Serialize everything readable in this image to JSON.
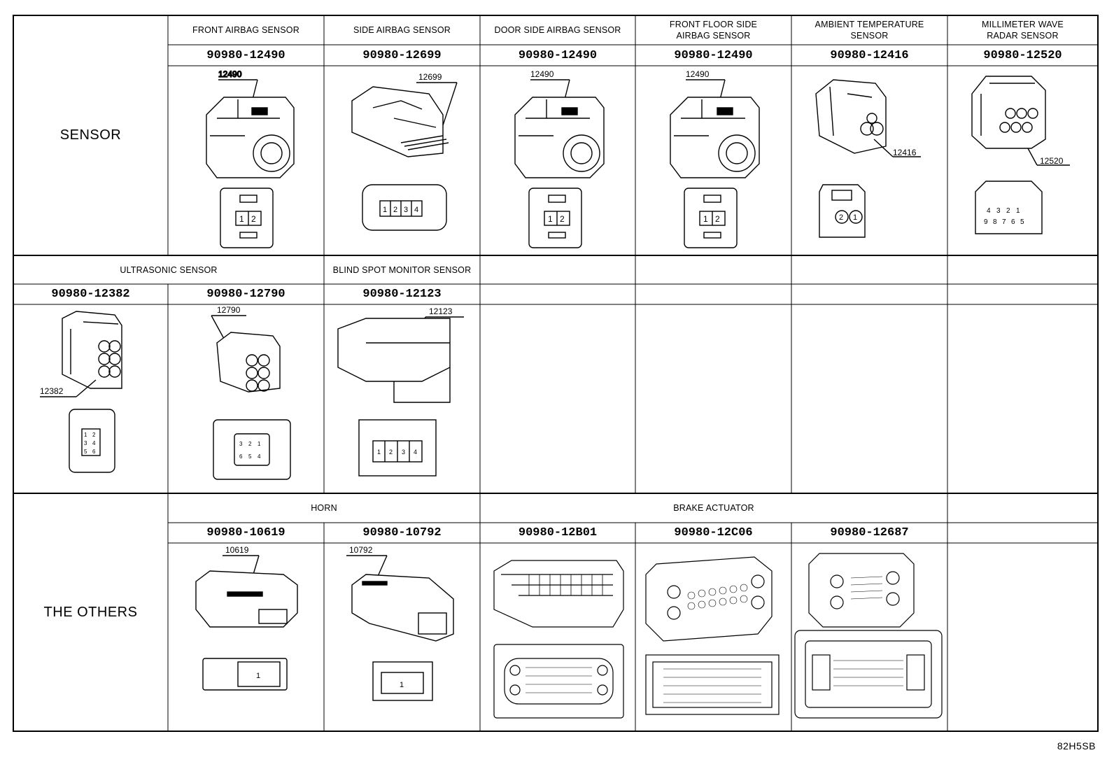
{
  "sections": {
    "sensor": "SENSOR",
    "others": "THE OTHERS"
  },
  "row1": {
    "headers": [
      "FRONT AIRBAG SENSOR",
      "SIDE AIRBAG SENSOR",
      "DOOR SIDE AIRBAG SENSOR",
      "FRONT FLOOR SIDE\nAIRBAG SENSOR",
      "AMBIENT TEMPERATURE\nSENSOR",
      "MILLIMETER WAVE\nRADAR SENSOR"
    ],
    "parts": [
      "90980-12490",
      "90980-12699",
      "90980-12490",
      "90980-12490",
      "90980-12416",
      "90980-12520"
    ],
    "callouts": [
      "12490",
      "12699",
      "12490",
      "12490",
      "12416",
      "12520"
    ]
  },
  "row2": {
    "headers": [
      "ULTRASONIC SENSOR",
      "BLIND SPOT MONITOR SENSOR"
    ],
    "parts": [
      "90980-12382",
      "90980-12790",
      "90980-12123"
    ],
    "callouts": [
      "12382",
      "12790",
      "12123"
    ]
  },
  "row3": {
    "headers": [
      "HORN",
      "BRAKE ACTUATOR"
    ],
    "parts": [
      "90980-10619",
      "90980-10792",
      "90980-12B01",
      "90980-12C06",
      "90980-12687"
    ],
    "callouts": [
      "10619",
      "10792"
    ]
  },
  "pins": {
    "two": [
      "1",
      "2"
    ],
    "four": [
      "1",
      "2",
      "3",
      "4"
    ],
    "ambient": [
      "2",
      "1"
    ],
    "radar_top": [
      "4",
      "3",
      "2",
      "1"
    ],
    "radar_bottom": [
      "9",
      "8",
      "7",
      "6",
      "5"
    ],
    "ultra": [
      "1",
      "2",
      "3",
      "4",
      "5",
      "6"
    ],
    "blind": [
      "1",
      "2",
      "3",
      "4"
    ],
    "horn": [
      "1"
    ]
  },
  "footer": "82H5SB"
}
